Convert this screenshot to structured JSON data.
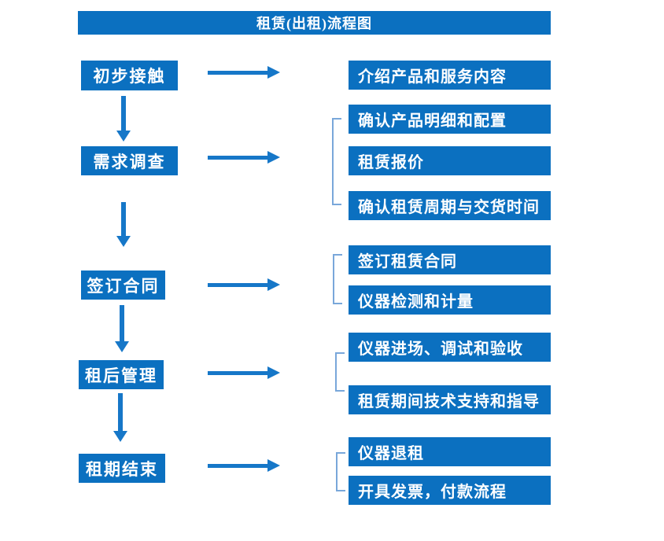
{
  "title": "租赁(出租)流程图",
  "colors": {
    "box": "#0b70c0",
    "arrow": "#1677c8",
    "bracket": "#79a7da",
    "text": "#ffffff",
    "background": "#ffffff"
  },
  "steps": [
    {
      "label": "初步接触",
      "outputs": [
        "介绍产品和服务内容"
      ]
    },
    {
      "label": "需求调查",
      "outputs": [
        "确认产品明细和配置",
        "租赁报价",
        "确认租赁周期与交货时间"
      ]
    },
    {
      "label": "签订合同",
      "outputs": [
        "签订租赁合同",
        "仪器检测和计量"
      ]
    },
    {
      "label": "租后管理",
      "outputs": [
        "仪器进场、调试和验收",
        "租赁期间技术支持和指导"
      ]
    },
    {
      "label": "租期结束",
      "outputs": [
        "仪器退租",
        "开具发票，付款流程"
      ]
    }
  ]
}
